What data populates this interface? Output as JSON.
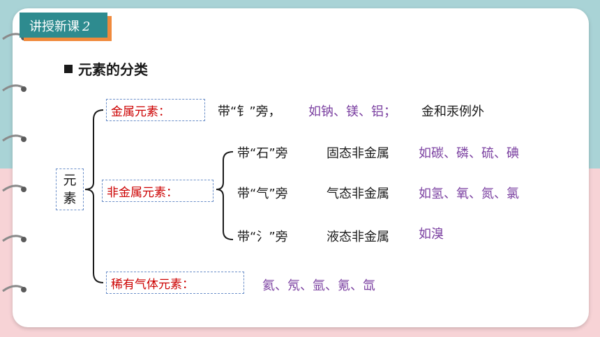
{
  "tag": {
    "label": "讲授新课",
    "number": "2"
  },
  "heading": "元素的分类",
  "root": {
    "line1": "元",
    "line2": "素"
  },
  "metal": {
    "label": "金属元素：",
    "radical": "带“钅”旁，",
    "examples": "如钠、镁、铝；",
    "exception": "金和汞例外"
  },
  "nonmetal": {
    "label": "非金属元素：",
    "rows": [
      {
        "radical": "带“石”旁",
        "state": "固态非金属",
        "examples": "如碳、磷、硫、碘"
      },
      {
        "radical": "带“气”旁",
        "state": "气态非金属",
        "examples": "如氢、氧、氮、氯"
      },
      {
        "radical": "带“氵”旁",
        "state": "液态非金属",
        "examples": "如溴"
      }
    ]
  },
  "noble": {
    "label": "稀有气体元素：",
    "examples": "氦、氖、氩、氪、氙"
  },
  "colors": {
    "teal": "#2e8b8f",
    "orange": "#f08a3c",
    "red": "#cc0000",
    "purple": "#7a3fa0"
  }
}
